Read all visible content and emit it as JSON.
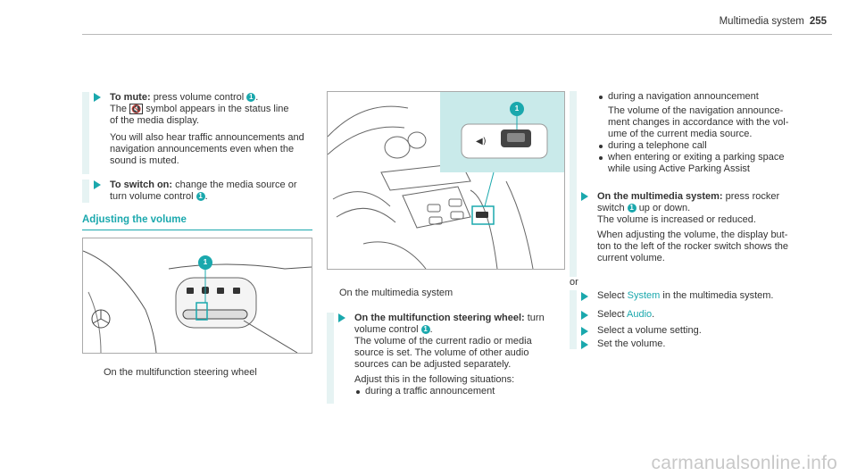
{
  "header": {
    "title": "Multimedia system",
    "page": "255"
  },
  "col1": {
    "mute": {
      "lead": "To mute:",
      "text": "press volume control",
      "callout": "1",
      "line2a": "The",
      "symbol": "🔇",
      "line2b": "symbol appears in the status line",
      "line3": "of the media display.",
      "para2": [
        "You will also hear traffic announcements and",
        "navigation announcements even when the",
        "sound is muted."
      ]
    },
    "on": {
      "lead": "To switch on:",
      "text": "change the media source or",
      "line2": "turn volume control",
      "callout": "1"
    },
    "heading": "Adjusting the volume",
    "caption": "On the multifunction steering wheel",
    "figure_callout": "1"
  },
  "col2": {
    "caption": "On the multimedia system",
    "figure_callout": "1",
    "step": {
      "lead": "On the multifunction steering wheel:",
      "text": "turn",
      "line2": "volume control",
      "callout": "1",
      "lines": [
        "The volume of the current radio or media",
        "source is set. The volume of other audio",
        "sources can be adjusted separately."
      ],
      "adjust": "Adjust this in the following situations:",
      "bullets": [
        "during a traffic announcement"
      ]
    }
  },
  "col3": {
    "bullets": [
      "during a navigation announcement"
    ],
    "nav_lines": [
      "The volume of the navigation announce-",
      "ment changes in accordance with the vol-",
      "ume of the current media source."
    ],
    "bullets2": [
      "during a telephone call"
    ],
    "bullet3": [
      "when entering or exiting a parking space",
      "while using Active Parking Assist"
    ],
    "step1": {
      "lead": "On the multimedia system:",
      "text": "press rocker",
      "line2a": "switch",
      "callout": "1",
      "line2b": "up or down.",
      "line3": "The volume is increased or reduced.",
      "para": [
        "When adjusting the volume, the display but-",
        "ton to the left of the rocker switch shows the",
        "current volume."
      ]
    },
    "or": "or",
    "step2": {
      "a": "Select",
      "link": "System",
      "b": "in the multimedia system."
    },
    "step3": {
      "a": "Select",
      "link": "Audio",
      "b": "."
    },
    "step4": "Select a volume setting.",
    "step5": "Set the volume."
  },
  "watermark": "carmanualsonline.info",
  "colors": {
    "accent": "#1aa8ad",
    "text": "#333333",
    "bar": "#e6f3f3"
  }
}
